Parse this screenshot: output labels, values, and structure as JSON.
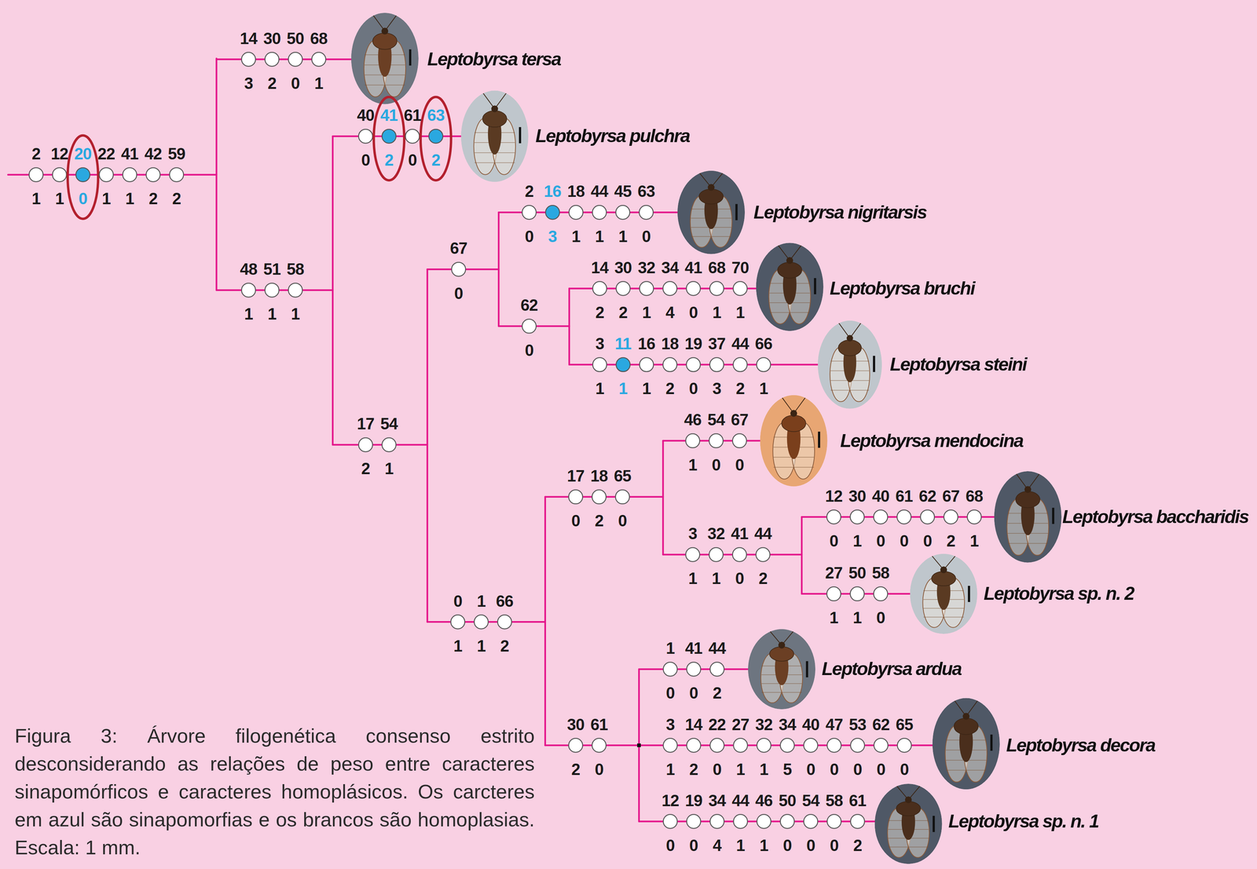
{
  "diagram": {
    "caption": "Figura 3: Árvore filogenética consenso estrito desconsiderando as relações de peso entre caracteres sinapomórficos e caracteres homoplásicos. Os carcteres em azul são sinapomorfias e os brancos são homoplasias. Escala: 1 mm.",
    "labels": [
      "2",
      "12",
      "20",
      "22",
      "41",
      "42",
      "59",
      "1",
      "1",
      "0",
      "1",
      "1",
      "2",
      "2",
      "14",
      "30",
      "50",
      "68",
      "3",
      "2",
      "0",
      "1",
      "Leptobyrsa tersa",
      "48",
      "51",
      "58",
      "1",
      "1",
      "1",
      "40",
      "41",
      "61",
      "63",
      "0",
      "2",
      "0",
      "2",
      "Leptobyrsa pulchra",
      "17",
      "54",
      "2",
      "1",
      "67",
      "0",
      "2",
      "16",
      "18",
      "44",
      "45",
      "63",
      "0",
      "3",
      "1",
      "1",
      "1",
      "0",
      "Leptobyrsa nigritarsis",
      "62",
      "0",
      "14",
      "30",
      "32",
      "34",
      "41",
      "68",
      "70",
      "2",
      "2",
      "1",
      "4",
      "0",
      "1",
      "1",
      "Leptobyrsa bruchi",
      "3",
      "11",
      "16",
      "18",
      "19",
      "37",
      "44",
      "66",
      "1",
      "1",
      "1",
      "2",
      "0",
      "3",
      "2",
      "1",
      "Leptobyrsa steini",
      "0",
      "1",
      "66",
      "1",
      "1",
      "2",
      "17",
      "18",
      "65",
      "0",
      "2",
      "0",
      "46",
      "54",
      "67",
      "1",
      "0",
      "0",
      "Leptobyrsa mendocina",
      "3",
      "32",
      "41",
      "44",
      "1",
      "1",
      "0",
      "2",
      "12",
      "30",
      "40",
      "61",
      "62",
      "67",
      "68",
      "0",
      "1",
      "0",
      "0",
      "0",
      "2",
      "1",
      "Leptobyrsa baccharidis",
      "27",
      "50",
      "58",
      "1",
      "1",
      "0",
      "Leptobyrsa sp. n. 2",
      "30",
      "61",
      "2",
      "0",
      "1",
      "41",
      "44",
      "0",
      "0",
      "2",
      "Leptobyrsa ardua",
      "3",
      "14",
      "22",
      "27",
      "32",
      "34",
      "40",
      "47",
      "53",
      "62",
      "65",
      "1",
      "2",
      "0",
      "1",
      "1",
      "5",
      "0",
      "0",
      "0",
      "0",
      "0",
      "Leptobyrsa decora",
      "12",
      "19",
      "34",
      "44",
      "46",
      "50",
      "54",
      "58",
      "61",
      "0",
      "0",
      "4",
      "1",
      "1",
      "0",
      "0",
      "0",
      "2",
      "Leptobyrsa sp. n. 1"
    ]
  }
}
